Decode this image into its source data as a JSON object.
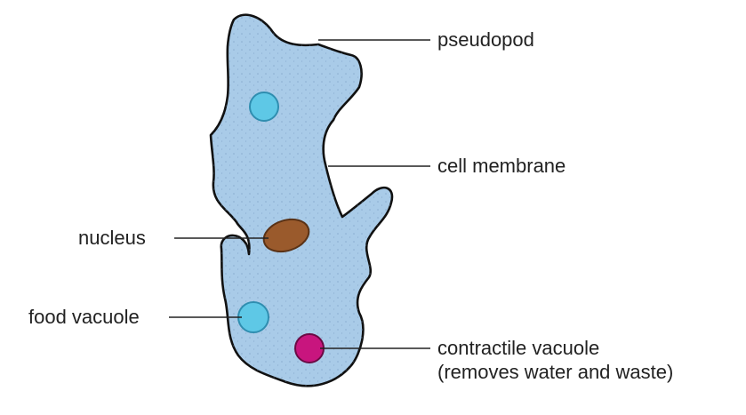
{
  "diagram": {
    "colors": {
      "cytoplasm": "#a9cbe8",
      "cytoplasm_dots": "#6f93b8",
      "membrane_outline": "#111111",
      "nucleus": "#9a5a2c",
      "nucleus_outline": "#5a3216",
      "food_vacuole": "#5ec8e6",
      "food_vacuole_outline": "#2f8eb0",
      "contractile_vacuole": "#c8157e",
      "contractile_vacuole_outline": "#6b0a44",
      "leader_line": "#222222",
      "text": "#222222"
    },
    "labels": {
      "pseudopod": "pseudopod",
      "cell_membrane": "cell membrane",
      "nucleus": "nucleus",
      "food_vacuole": "food vacuole",
      "contractile_vacuole_line1": "contractile vacuole",
      "contractile_vacuole_line2": "(removes water and waste)"
    }
  }
}
